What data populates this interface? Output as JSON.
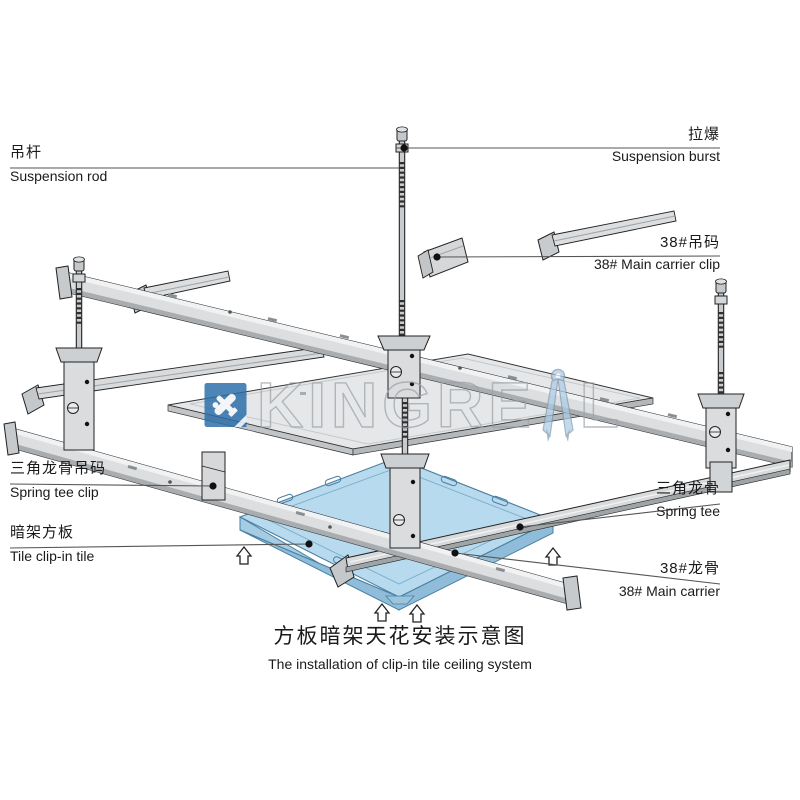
{
  "diagram": {
    "title": {
      "cn": "方板暗架天花安装示意图",
      "en": "The installation of clip-in tile ceiling system"
    },
    "watermark": {
      "brand": "KINGREAL",
      "brand_head": "KINGRE",
      "brand_tail": "L",
      "logo_icon": "crossed-tools-logo",
      "logo_color": "#2a6da8",
      "compass_color": "#adcbe5"
    },
    "labels": {
      "suspension_rod": {
        "cn": "吊杆",
        "en": "Suspension rod"
      },
      "suspension_burst": {
        "cn": "拉爆",
        "en": "Suspension burst"
      },
      "main_carrier_clip": {
        "cn": "38#吊码",
        "en": "38# Main carrier clip"
      },
      "spring_tee_clip": {
        "cn": "三角龙骨吊码",
        "en": "Spring tee clip"
      },
      "tile": {
        "cn": "暗架方板",
        "en": "Tile clip-in tile"
      },
      "spring_tee": {
        "cn": "三角龙骨",
        "en": "Spring tee"
      },
      "main_carrier": {
        "cn": "38#龙骨",
        "en": "38# Main carrier"
      }
    },
    "colors": {
      "background": "#ffffff",
      "metal": "#dadcde",
      "metal_light": "#eff1f2",
      "metal_dark": "#aab0b3",
      "outline": "#222222",
      "tile_blue": "#b8daee",
      "tile_edge": "#4a7fa0",
      "leader_line": "#555555"
    }
  }
}
